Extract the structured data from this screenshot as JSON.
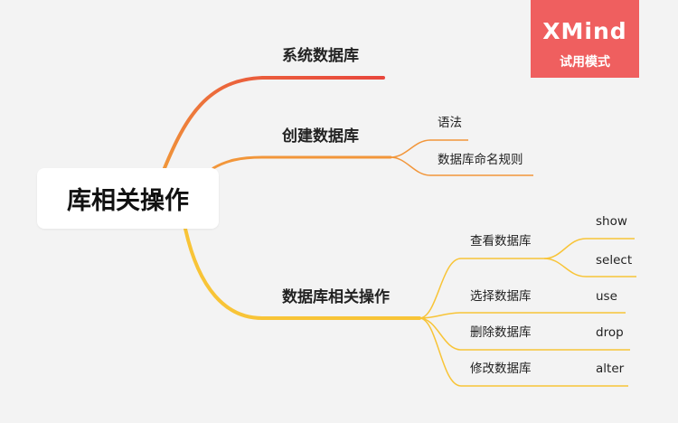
{
  "watermark": {
    "brand": "XMind",
    "mode": "试用模式"
  },
  "colors": {
    "background": "#f3f3f3",
    "branch_red": "#e8463c",
    "branch_orange": "#f2963a",
    "branch_yellow": "#f8c437",
    "watermark": "#ef5f5f"
  },
  "mindmap": {
    "root": "库相关操作",
    "branches": [
      {
        "label": "系统数据库",
        "children": []
      },
      {
        "label": "创建数据库",
        "children": [
          {
            "label": "语法"
          },
          {
            "label": "数据库命名规则"
          }
        ]
      },
      {
        "label": "数据库相关操作",
        "children": [
          {
            "label": "查看数据库",
            "children": [
              {
                "label": "show"
              },
              {
                "label": "select"
              }
            ]
          },
          {
            "label": "选择数据库",
            "children": [
              {
                "label": "use"
              }
            ]
          },
          {
            "label": "删除数据库",
            "children": [
              {
                "label": "drop"
              }
            ]
          },
          {
            "label": "修改数据库",
            "children": [
              {
                "label": "alter"
              }
            ]
          }
        ]
      }
    ]
  }
}
